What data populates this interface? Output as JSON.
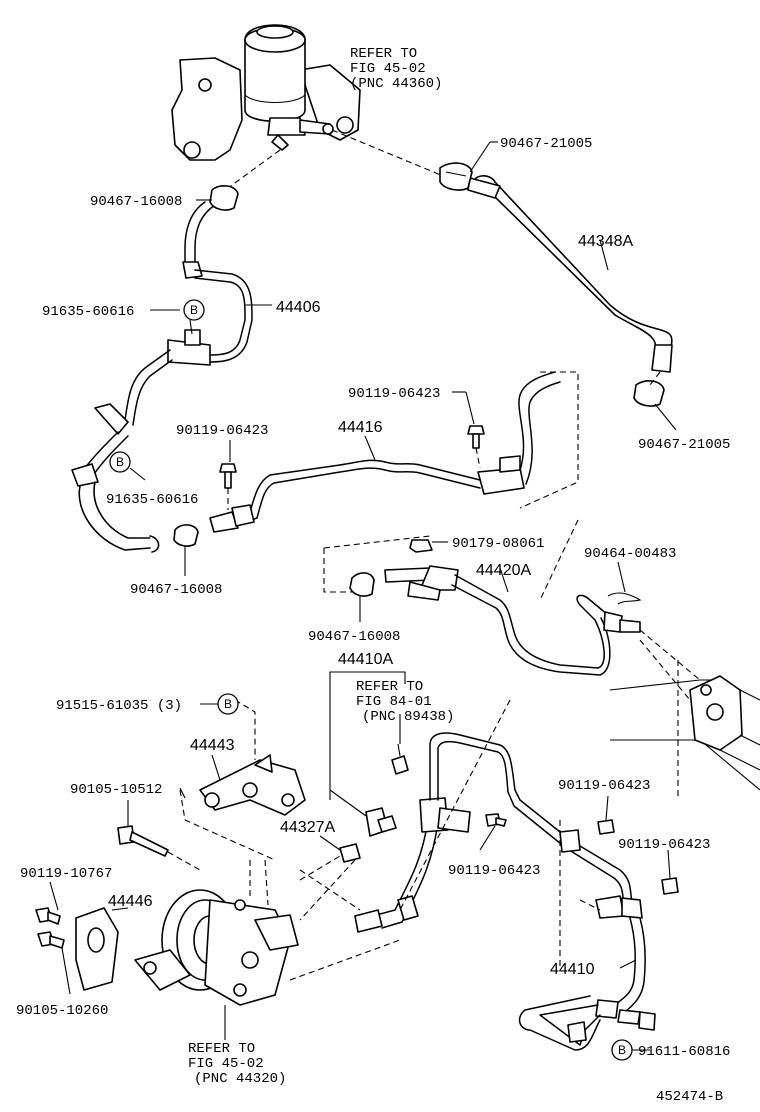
{
  "labels": {
    "refer_reservoir": [
      "REFER TO",
      "FIG 45-02",
      "(PNC 44360)"
    ],
    "p90467_21005_top": "90467-21005",
    "p90467_16008_top": "90467-16008",
    "p44348A": "44348A",
    "p91635_60616_top": "91635-60616",
    "p44406": "44406",
    "p90119_06423_a": "90119-06423",
    "p90119_06423_b": "90119-06423",
    "p44416": "44416",
    "p90467_21005_mid": "90467-21005",
    "p91635_60616_mid": "91635-60616",
    "p90467_16008_mid": "90467-16008",
    "p90179_08061": "90179-08061",
    "p90464_00483": "90464-00483",
    "p44420A": "44420A",
    "p90467_16008_low": "90467-16008",
    "p44410A": "44410A",
    "refer_sensor": [
      "REFER TO",
      "FIG 84-01",
      "(PNC 89438)"
    ],
    "p91515_61035": "91515-61035 (3)",
    "p44443": "44443",
    "p90105_10512": "90105-10512",
    "p44327A": "44327A",
    "p90119_06423_c": "90119-06423",
    "p90119_06423_d": "90119-06423",
    "p90119_06423_e": "90119-06423",
    "p90119_10767": "90119-10767",
    "p44446": "44446",
    "p90105_10260": "90105-10260",
    "p44410": "44410",
    "p91611_60816": "91611-60816",
    "refer_pump": [
      "REFER TO",
      "FIG 45-02",
      "(PNC 44320)"
    ],
    "diagram_id": "452474-B"
  },
  "callouts": {
    "b": "B"
  }
}
